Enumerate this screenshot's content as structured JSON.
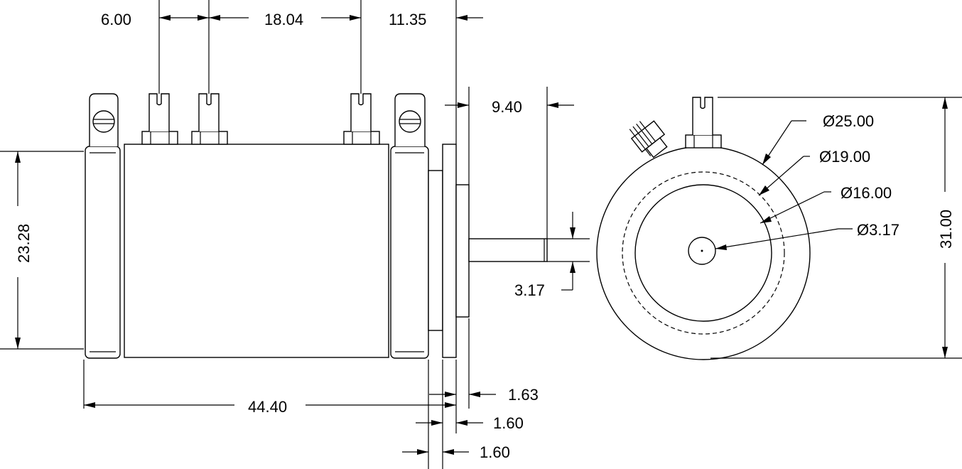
{
  "dimensions": {
    "d_6_00": "6.00",
    "d_18_04": "18.04",
    "d_11_35": "11.35",
    "d_9_40": "9.40",
    "d_23_28": "23.28",
    "d_3_17_shaft": "3.17",
    "d_44_40": "44.40",
    "d_1_63": "1.63",
    "d_1_60_a": "1.60",
    "d_1_60_b": "1.60",
    "d_31_00": "31.00",
    "dia_25_00": "Ø25.00",
    "dia_19_00": "Ø19.00",
    "dia_16_00": "Ø16.00",
    "dia_3_17": "Ø3.17"
  }
}
